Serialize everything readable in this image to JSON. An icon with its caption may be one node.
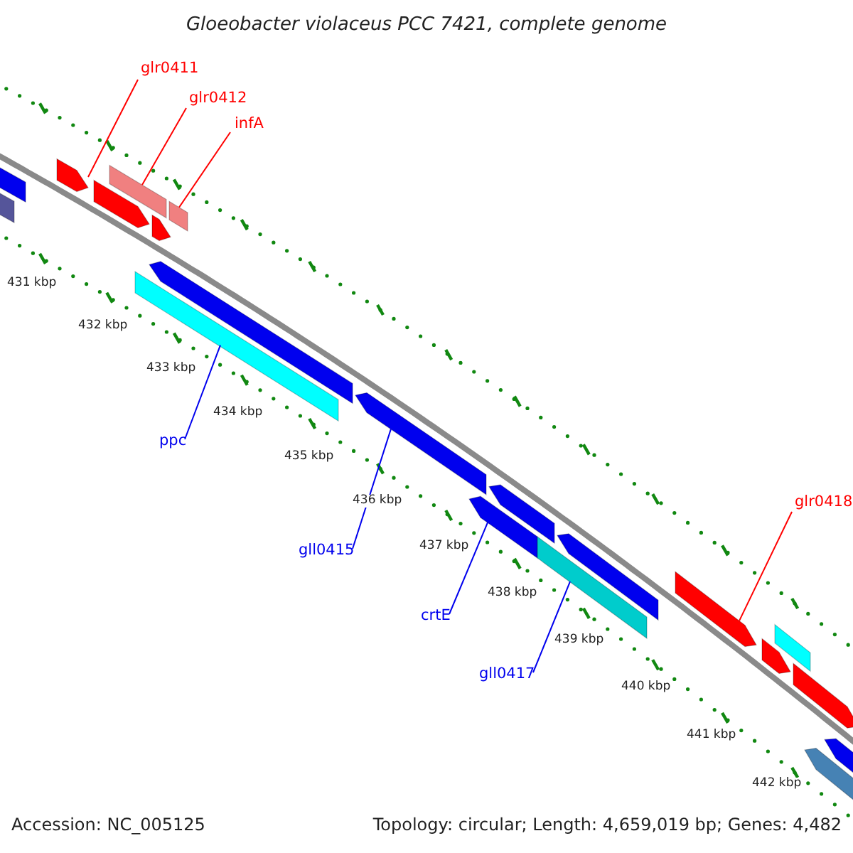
{
  "diagram": {
    "title": "Gloeobacter violaceus PCC 7421, complete genome",
    "nodes": [
      {
        "text": [
          "glr0411"
        ]
      },
      {
        "text": [
          "glr0412"
        ]
      },
      {
        "text": [
          "infA"
        ]
      },
      {
        "text": [
          "ppc"
        ]
      },
      {
        "text": [
          "gll0415"
        ]
      },
      {
        "text": [
          "crtE"
        ]
      },
      {
        "text": [
          "gll0417"
        ]
      },
      {
        "text": [
          "glr0418"
        ]
      },
      {
        "text": [],
        "shape": "bar"
      },
      {
        "text": [],
        "shape": "bar"
      },
      {
        "text": [],
        "shape": "bar"
      },
      {
        "text": [],
        "shape": "bar"
      },
      {
        "text": [],
        "shape": "bar"
      },
      {
        "text": [],
        "shape": "bar"
      },
      {
        "text": [],
        "shape": "bar"
      },
      {
        "text": [],
        "shape": "bar"
      },
      {
        "text": [],
        "shape": "bar"
      },
      {
        "text": [],
        "shape": "bar"
      },
      {
        "text": [],
        "shape": "bar"
      },
      {
        "text": [],
        "shape": "bar"
      },
      {
        "text": [],
        "shape": "bar"
      },
      {
        "text": [],
        "shape": "bar"
      },
      {
        "text": [],
        "shape": "bar"
      },
      {
        "text": [],
        "shape": "bar"
      },
      {
        "text": [],
        "shape": "bar"
      },
      {
        "text": [],
        "shape": "bar"
      },
      {
        "text": [],
        "shape": "bar"
      },
      {
        "text": [],
        "shape": "bar"
      }
    ],
    "edges": [
      {
        "from": 0,
        "to": 10,
        "arrow": "none"
      },
      {
        "from": 1,
        "to": 12,
        "arrow": "none"
      },
      {
        "from": 2,
        "to": 16,
        "arrow": "none"
      },
      {
        "from": 3,
        "to": 13,
        "arrow": "none",
        "color": "#0000ee"
      },
      {
        "from": 4,
        "to": 17,
        "arrow": "none",
        "color": "#0000ee"
      },
      {
        "from": 5,
        "to": 18,
        "arrow": "none",
        "color": "#0000ee"
      },
      {
        "from": 6,
        "to": 20,
        "arrow": "none",
        "color": "#0000ee"
      },
      {
        "from": 7,
        "to": 22,
        "arrow": "none"
      }
    ],
    "labels": [
      "431 kbp",
      "432 kbp",
      "433 kbp",
      "434 kbp",
      "435 kbp",
      "436 kbp",
      "437 kbp",
      "438 kbp",
      "439 kbp",
      "440 kbp",
      "441 kbp",
      "442 kbp",
      "Accession: NC_005125",
      "Topology: circular; Length: 4,659,019 bp; Genes: 4,482"
    ]
  }
}
